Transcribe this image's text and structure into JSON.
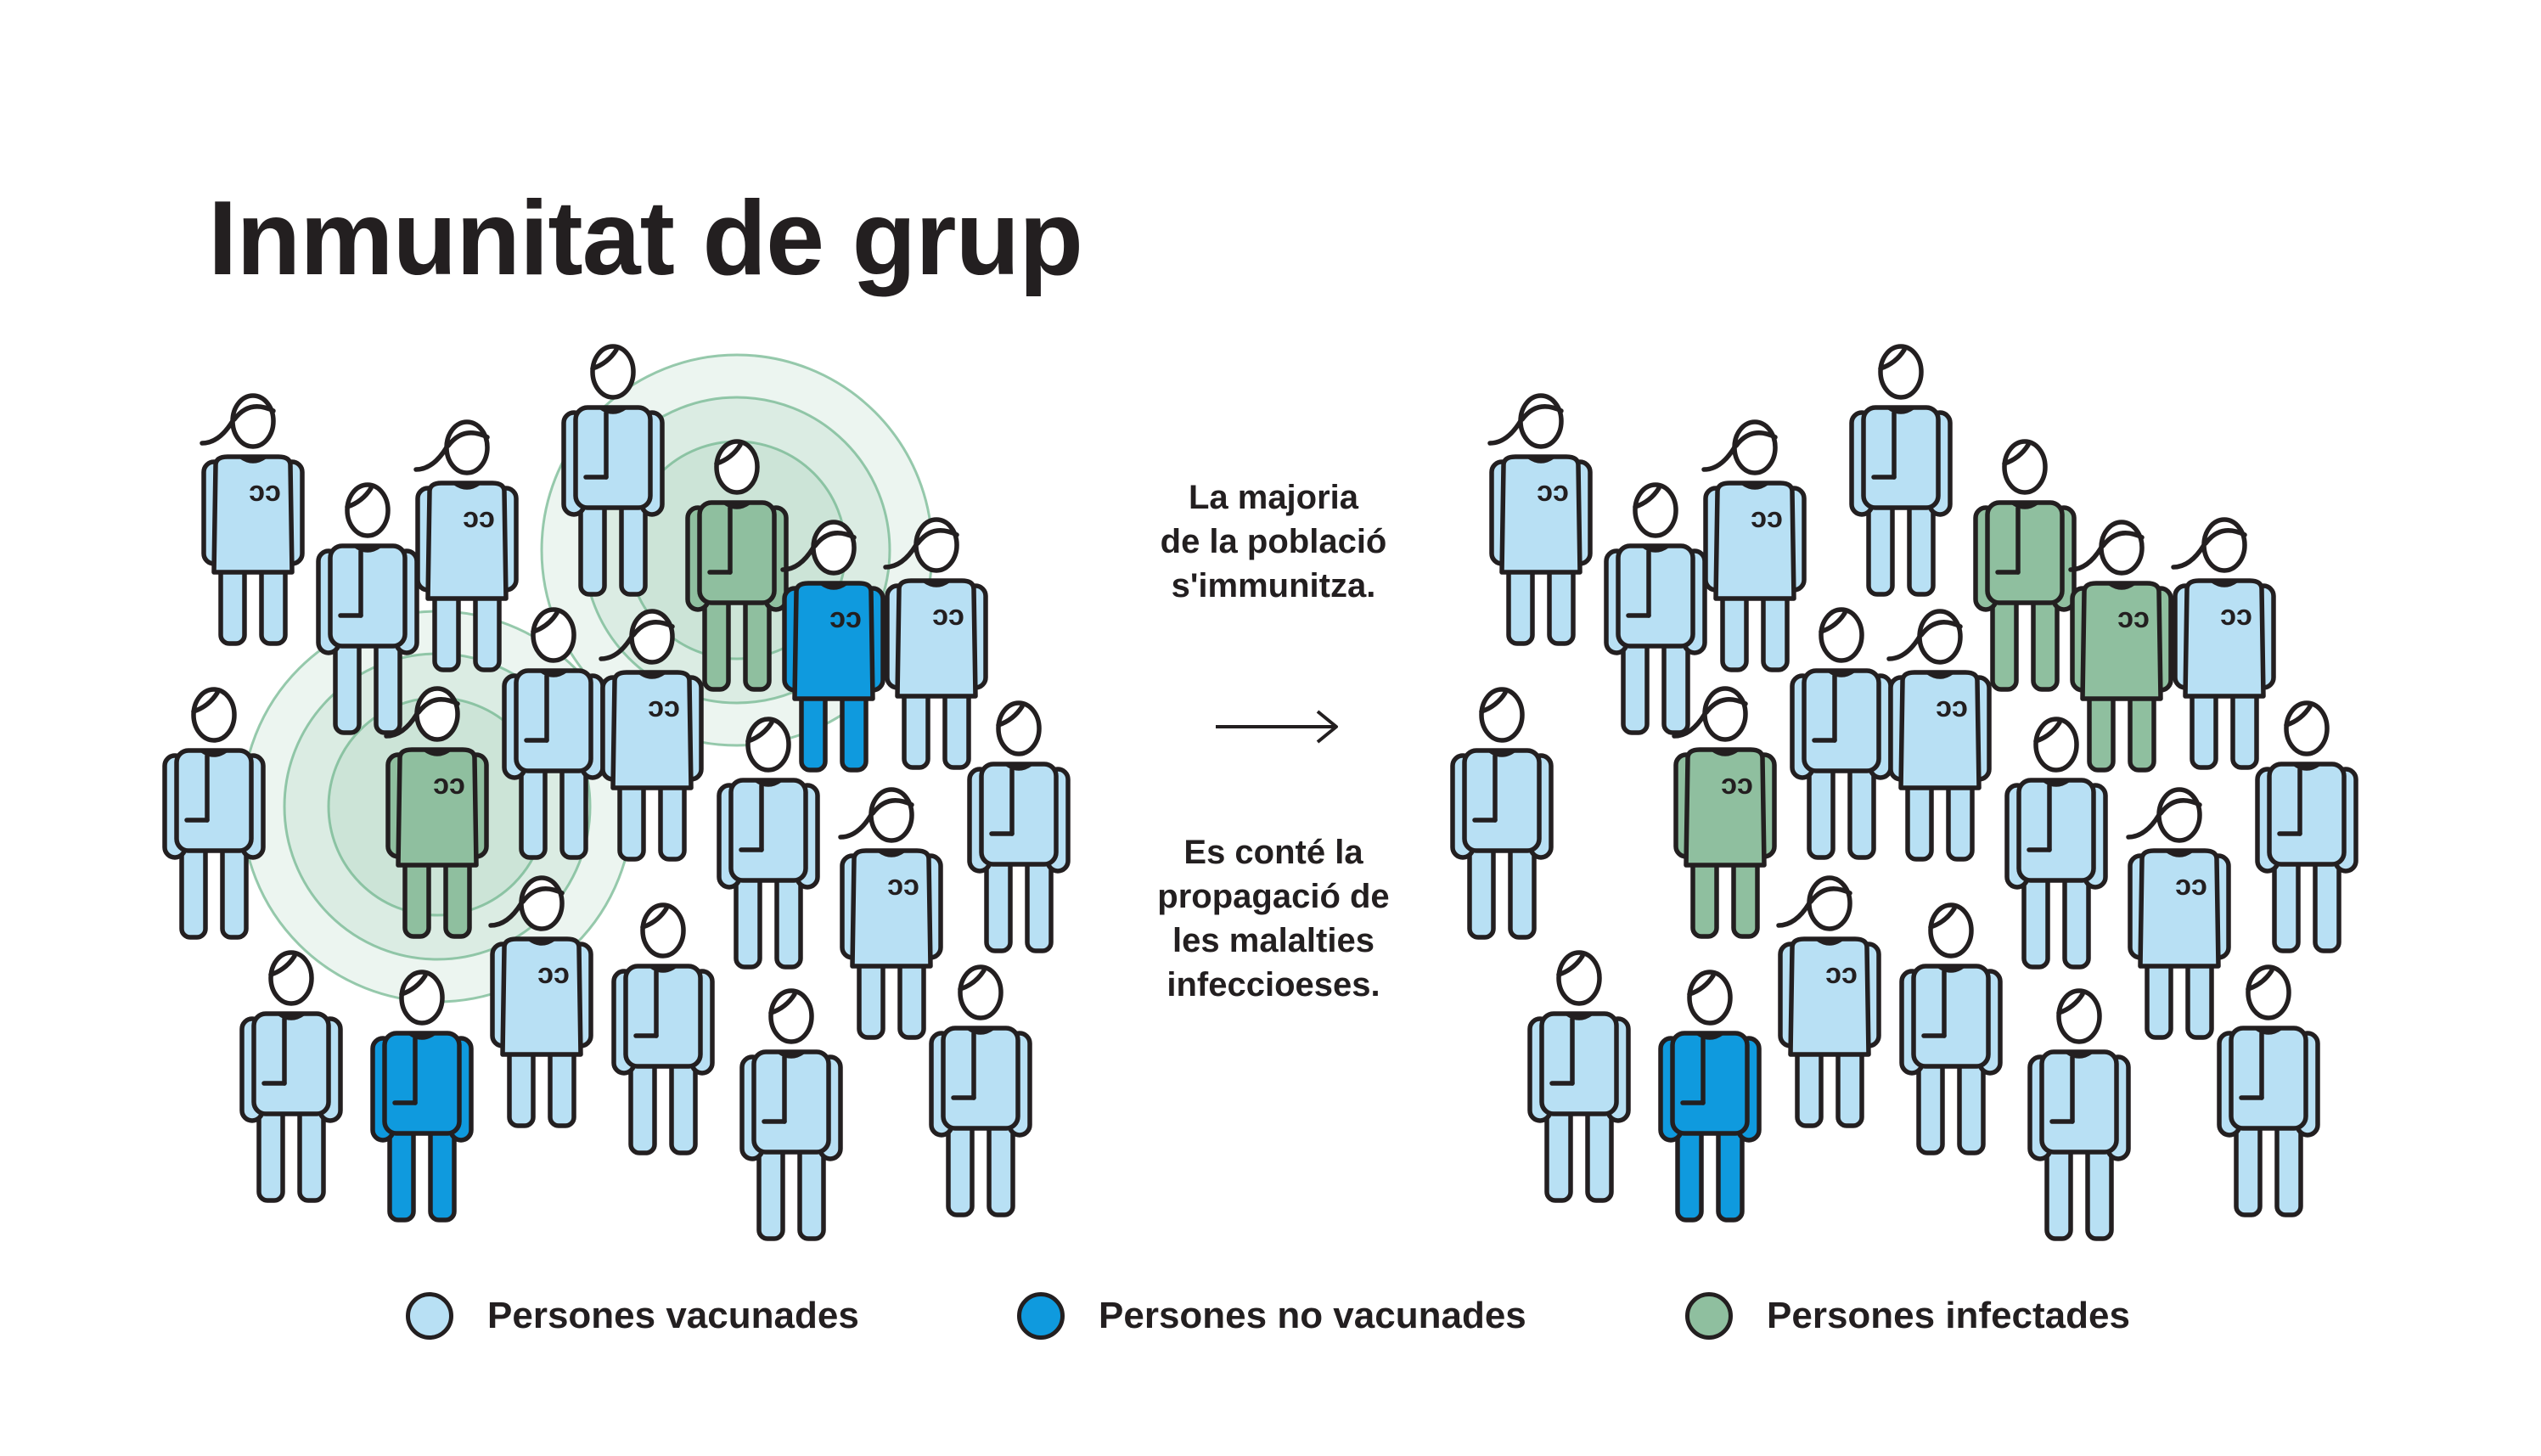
{
  "title": "Inmunitat de grup",
  "caption_top": "La majoria\nde la població\ns'immunitza.",
  "caption_bottom": "Es conté la\npropagació de\nles malalties\ninfeccioeses.",
  "colors": {
    "vaccinated": "#b8e0f4",
    "unvaccinated": "#0f9ade",
    "infected": "#8fbf9f",
    "outline": "#231f20",
    "halo": "#6cb48a"
  },
  "legend": [
    {
      "key": "vaccinated",
      "label": "Persones vacunades"
    },
    {
      "key": "unvaccinated",
      "label": "Persones no vacunades"
    },
    {
      "key": "infected",
      "label": "Persones infectades"
    }
  ],
  "crowds": [
    {
      "name": "before",
      "people": [
        {
          "gender": "female",
          "status": "vaccinated"
        },
        {
          "gender": "male",
          "status": "vaccinated"
        },
        {
          "gender": "female",
          "status": "vaccinated"
        },
        {
          "gender": "male",
          "status": "vaccinated"
        },
        {
          "gender": "male",
          "status": "infected"
        },
        {
          "gender": "female",
          "status": "unvaccinated"
        },
        {
          "gender": "female",
          "status": "vaccinated"
        },
        {
          "gender": "male",
          "status": "vaccinated"
        },
        {
          "gender": "female",
          "status": "infected"
        },
        {
          "gender": "male",
          "status": "vaccinated"
        },
        {
          "gender": "female",
          "status": "vaccinated"
        },
        {
          "gender": "male",
          "status": "vaccinated"
        },
        {
          "gender": "female",
          "status": "vaccinated"
        },
        {
          "gender": "male",
          "status": "vaccinated"
        },
        {
          "gender": "male",
          "status": "vaccinated"
        },
        {
          "gender": "male",
          "status": "unvaccinated"
        },
        {
          "gender": "female",
          "status": "vaccinated"
        },
        {
          "gender": "male",
          "status": "vaccinated"
        },
        {
          "gender": "male",
          "status": "vaccinated"
        },
        {
          "gender": "male",
          "status": "vaccinated"
        }
      ]
    },
    {
      "name": "after",
      "people": [
        {
          "gender": "female",
          "status": "vaccinated"
        },
        {
          "gender": "male",
          "status": "vaccinated"
        },
        {
          "gender": "female",
          "status": "vaccinated"
        },
        {
          "gender": "male",
          "status": "vaccinated"
        },
        {
          "gender": "male",
          "status": "infected"
        },
        {
          "gender": "female",
          "status": "infected"
        },
        {
          "gender": "female",
          "status": "vaccinated"
        },
        {
          "gender": "male",
          "status": "vaccinated"
        },
        {
          "gender": "female",
          "status": "infected"
        },
        {
          "gender": "male",
          "status": "vaccinated"
        },
        {
          "gender": "female",
          "status": "vaccinated"
        },
        {
          "gender": "male",
          "status": "vaccinated"
        },
        {
          "gender": "female",
          "status": "vaccinated"
        },
        {
          "gender": "male",
          "status": "vaccinated"
        },
        {
          "gender": "male",
          "status": "vaccinated"
        },
        {
          "gender": "male",
          "status": "unvaccinated"
        },
        {
          "gender": "female",
          "status": "vaccinated"
        },
        {
          "gender": "male",
          "status": "vaccinated"
        },
        {
          "gender": "male",
          "status": "vaccinated"
        },
        {
          "gender": "male",
          "status": "vaccinated"
        }
      ]
    }
  ]
}
